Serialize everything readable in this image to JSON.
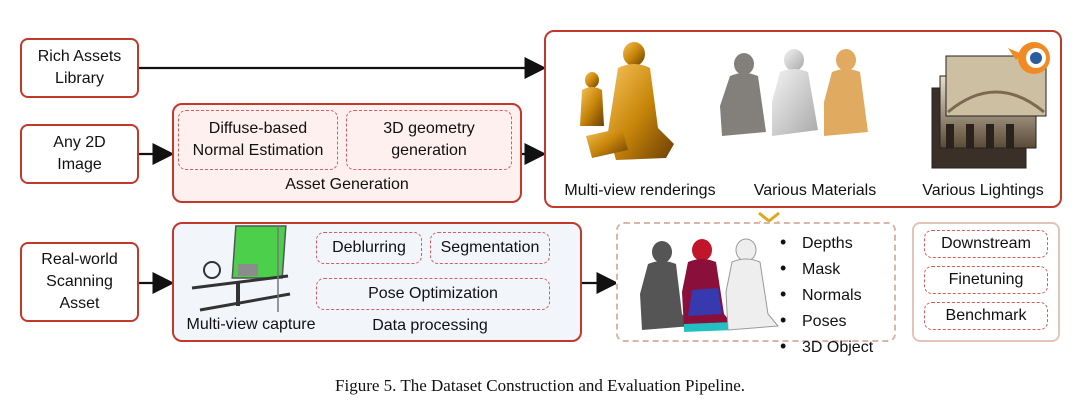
{
  "inputs": {
    "rich_assets": "Rich Assets\nLibrary",
    "any_2d": "Any 2D\nImage",
    "real_world": "Real-world\nScanning\nAsset"
  },
  "asset_generation": {
    "title": "Asset Generation",
    "box1": "Diffuse-based\nNormal Estimation",
    "box2": "3D geometry\ngeneration"
  },
  "renderings": {
    "label1": "Multi-view renderings",
    "label2": "Various Materials",
    "label3": "Various Lightings"
  },
  "data_processing": {
    "capture_label": "Multi-view capture",
    "title": "Data processing",
    "deblurring": "Deblurring",
    "segmentation": "Segmentation",
    "pose_optimization": "Pose Optimization"
  },
  "outputs": {
    "items": [
      "Depths",
      "Mask",
      "Normals",
      "Poses",
      "3D Object"
    ]
  },
  "evaluation": {
    "items": [
      "Downstream",
      "Finetuning",
      "Benchmark"
    ]
  },
  "caption": "Figure 5. The Dataset Construction and Evaluation Pipeline.",
  "colors": {
    "accent_red": "#c0392b",
    "panel_pink": "#fdf0ef",
    "panel_blue": "#f2f6fb",
    "gold": "#c8860a",
    "chevron": "#e0a820"
  }
}
